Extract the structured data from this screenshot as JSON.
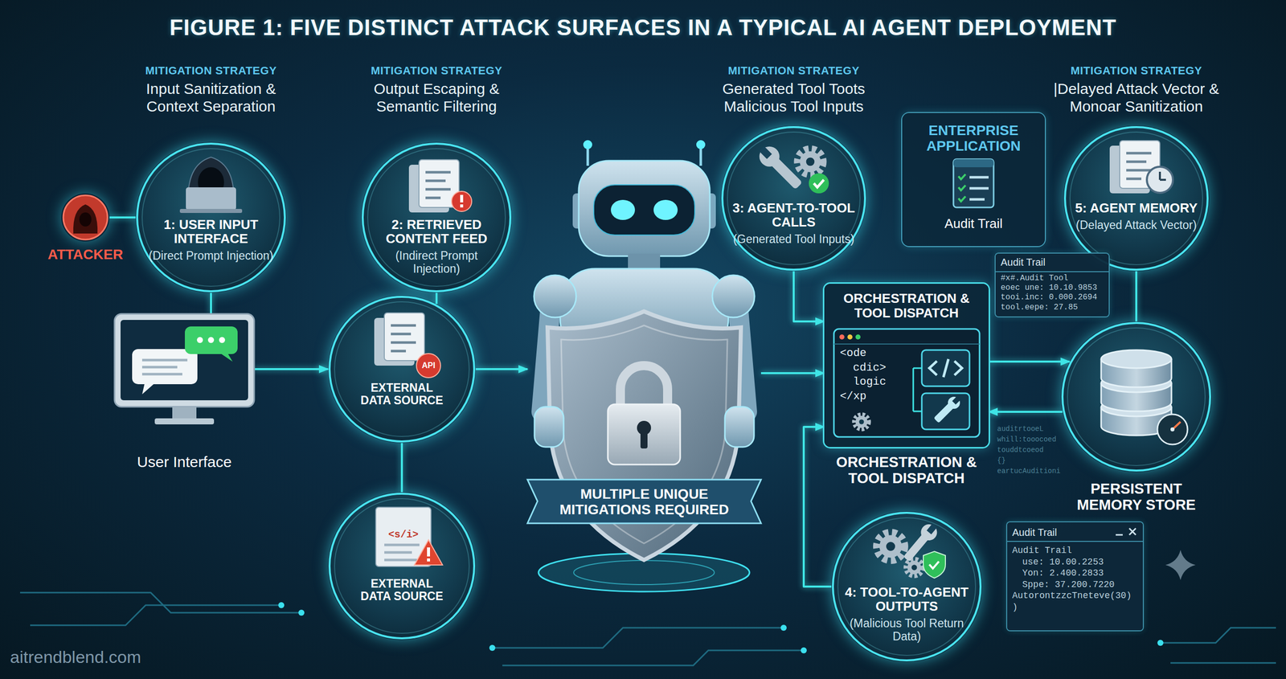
{
  "diagram": {
    "title": "FIGURE 1: FIVE DISTINCT ATTACK SURFACES IN A TYPICAL AI AGENT DEPLOYMENT",
    "nodes": [
      {
        "text": [
          "ATTACKER"
        ]
      },
      {
        "text": [
          "MITIGATION STRATEGY",
          "Input Sanitization & Context Separation",
          "1: USER INPUT INTERFACE",
          "(Direct Prompt Injection)"
        ]
      },
      {
        "text": [
          "User Interface"
        ]
      },
      {
        "text": [
          "MITIGATION STRATEGY",
          "Output Escaping & Semantic Filtering",
          "2: RETRIEVED CONTENT FEED",
          "(Indirect Prompt Injection)"
        ]
      },
      {
        "text": [
          "EXTERNAL DATA SOURCE"
        ]
      },
      {
        "text": [
          "EXTERNAL DATA SOURCE"
        ]
      },
      {
        "text": [
          "MULTIPLE UNIQUE MITIGATIONS REQUIRED"
        ]
      },
      {
        "text": [
          "MITIGATION STRATEGY",
          "Generated Tool Toots Malicious Tool Inputs",
          "3: AGENT-TO-TOOL CALLS",
          "(Generated Tool Inputs)"
        ]
      },
      {
        "text": [
          "ENTERPRISE APPLICATION",
          "Audit Trail"
        ]
      },
      {
        "text": [
          "ORCHESTRATION & TOOL DISPATCH",
          "ORCHESTRATION & TOOL DISPATCH"
        ]
      },
      {
        "text": [
          "<ode",
          "cdic>",
          "logic",
          "</xp"
        ],
        "in": 9
      },
      {
        "text": [
          "MITIGATION STRATEGY",
          "|Delayed Attack Vector & Monoar Sanitization",
          "5: AGENT MEMORY",
          "(Delayed Attack Vector)"
        ]
      },
      {
        "text": [
          "Audit Trail",
          "#x#.Audit Tool",
          "eoec une: 10.10.9853",
          "tooi.inc: 0.000.2694",
          "tool.eepe: 27.85"
        ]
      },
      {
        "text": [
          "PERSISTENT MEMORY STORE"
        ]
      },
      {
        "text": [
          "Audit Trail",
          "Audit Trail",
          "use: 10.00.2253",
          "Yon: 2.400.2833",
          "Sppe: 37.200.7220",
          "AutorontzzcTneteve(30)",
          ")"
        ]
      },
      {
        "text": [
          "4: TOOL-TO-AGENT OUTPUTS",
          "(Malicious Tool Return Data)"
        ]
      }
    ],
    "edges": [
      {
        "from": 0,
        "to": 1,
        "arrow": "none"
      },
      {
        "from": 1,
        "to": 2,
        "arrow": "none"
      },
      {
        "from": 2,
        "to": 4,
        "arrow": "to"
      },
      {
        "from": 3,
        "to": 4,
        "arrow": "none"
      },
      {
        "from": 4,
        "to": 5,
        "arrow": "none"
      },
      {
        "from": 4,
        "to": 6,
        "arrow": "to"
      },
      {
        "from": 6,
        "to": 9,
        "arrow": "to"
      },
      {
        "from": 7,
        "to": 9,
        "arrow": "to"
      },
      {
        "from": 9,
        "to": 13,
        "arrow": "to"
      },
      {
        "from": 13,
        "to": 9,
        "arrow": "to"
      },
      {
        "from": 11,
        "to": 13,
        "arrow": "none"
      },
      {
        "from": 15,
        "to": 9,
        "arrow": "to"
      }
    ],
    "labels": [
      "API",
      "<s/i>",
      "auditrtooeL",
      "whill:tooocoed",
      "touddtcoeod",
      "{}",
      "eartucAuditioni",
      "aitrendblend.com"
    ]
  }
}
